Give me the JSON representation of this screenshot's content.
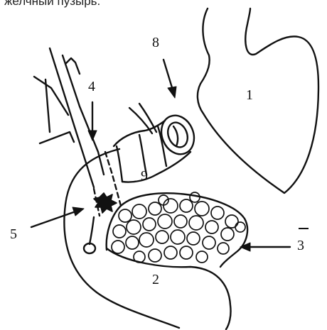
{
  "caption": "желчный пузырь.",
  "labels": {
    "l1": "1",
    "l2": "2",
    "l3": "3",
    "l4": "4",
    "l5": "5",
    "l8": "8",
    "l9": "9"
  },
  "colors": {
    "ink": "#111111",
    "paper": "#ffffff"
  }
}
